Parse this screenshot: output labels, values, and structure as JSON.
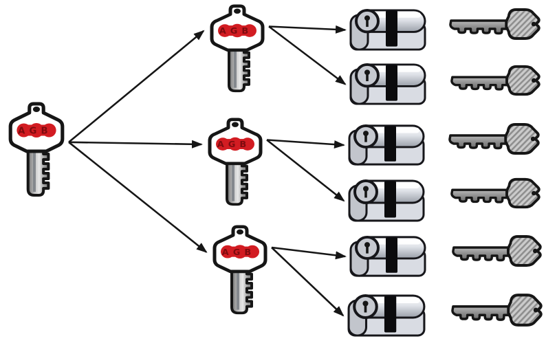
{
  "background": "#ffffff",
  "colors": {
    "outline": "#161616",
    "label_red": "#d21c22",
    "label_letter_red": "#7e0b0f",
    "cylinder_body_gray": "#d9dce3",
    "cylinder_cap_gray": "#c2c5cc",
    "key_metal_gray": "#9c9c9c",
    "arrow": "#161616"
  },
  "nodes": {
    "master_key": {
      "id": "master-key",
      "kind": "key",
      "role": "master",
      "label": "AGB"
    },
    "submaster_keys": [
      {
        "id": "submaster-1",
        "kind": "key",
        "role": "submaster",
        "label": "AGB"
      },
      {
        "id": "submaster-2",
        "kind": "key",
        "role": "submaster",
        "label": "AGB"
      },
      {
        "id": "submaster-3",
        "kind": "key",
        "role": "submaster",
        "label": "AGB"
      }
    ],
    "cylinders": [
      {
        "id": "cylinder-1",
        "kind": "cylinder"
      },
      {
        "id": "cylinder-2",
        "kind": "cylinder"
      },
      {
        "id": "cylinder-3",
        "kind": "cylinder"
      },
      {
        "id": "cylinder-4",
        "kind": "cylinder"
      },
      {
        "id": "cylinder-5",
        "kind": "cylinder"
      },
      {
        "id": "cylinder-6",
        "kind": "cylinder"
      }
    ],
    "change_keys": [
      {
        "id": "change-key-1",
        "kind": "key-horizontal"
      },
      {
        "id": "change-key-2",
        "kind": "key-horizontal"
      },
      {
        "id": "change-key-3",
        "kind": "key-horizontal"
      },
      {
        "id": "change-key-4",
        "kind": "key-horizontal"
      },
      {
        "id": "change-key-5",
        "kind": "key-horizontal"
      },
      {
        "id": "change-key-6",
        "kind": "key-horizontal"
      }
    ]
  },
  "edges": [
    {
      "from": "master-key",
      "to": "submaster-1"
    },
    {
      "from": "master-key",
      "to": "submaster-2"
    },
    {
      "from": "master-key",
      "to": "submaster-3"
    },
    {
      "from": "submaster-1",
      "to": "cylinder-1"
    },
    {
      "from": "submaster-1",
      "to": "cylinder-2"
    },
    {
      "from": "submaster-2",
      "to": "cylinder-3"
    },
    {
      "from": "submaster-2",
      "to": "cylinder-4"
    },
    {
      "from": "submaster-3",
      "to": "cylinder-5"
    },
    {
      "from": "submaster-3",
      "to": "cylinder-6"
    }
  ]
}
